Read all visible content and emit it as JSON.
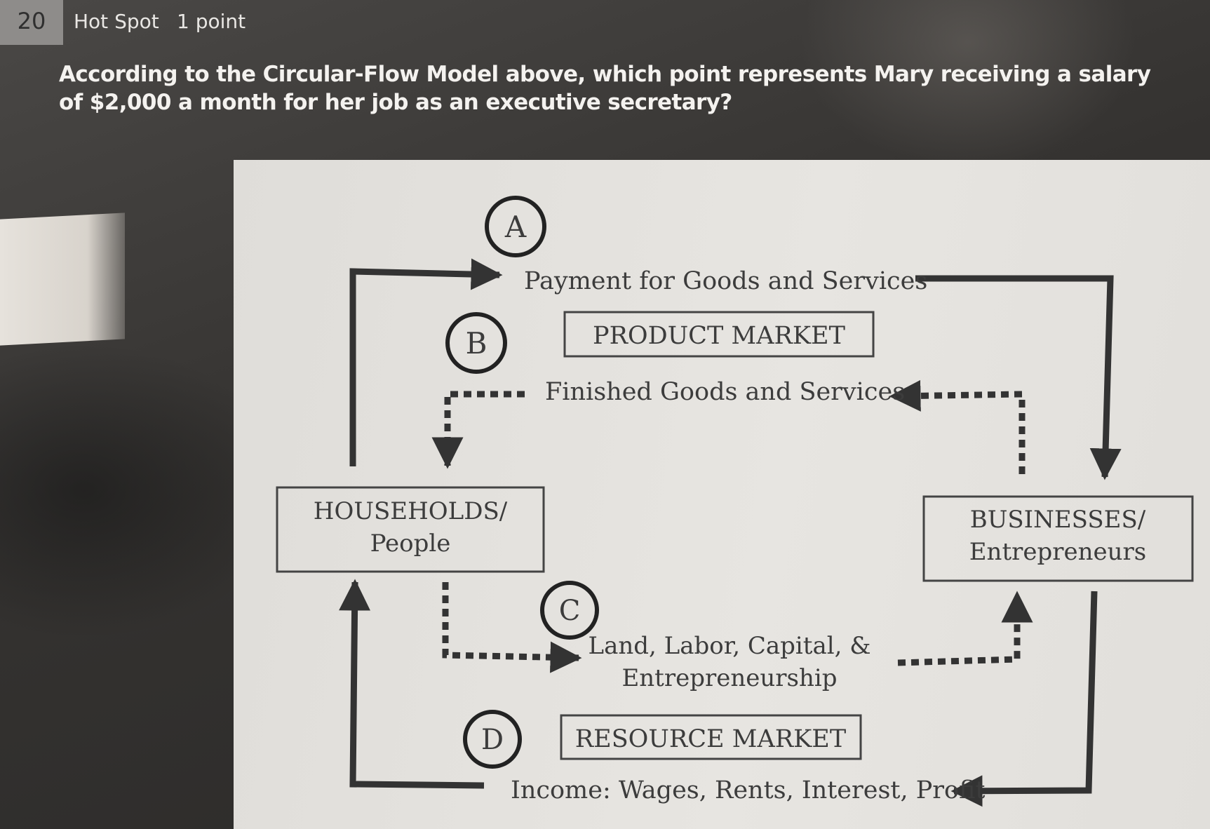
{
  "header": {
    "question_number": "20",
    "question_type": "Hot Spot",
    "points": "1 point"
  },
  "question": {
    "text": "According to the Circular-Flow Model above, which point represents Mary receiving a salary of $2,000 a month for her job as an executive secretary?"
  },
  "diagram": {
    "points": {
      "a": "A",
      "b": "B",
      "c": "C",
      "d": "D"
    },
    "labels": {
      "payment": "Payment for Goods and Services",
      "product_market": "PRODUCT MARKET",
      "finished_goods": "Finished Goods and Services",
      "households_line1": "HOUSEHOLDS/",
      "households_line2": "People",
      "businesses_line1": "BUSINESSES/",
      "businesses_line2": "Entrepreneurs",
      "factors_line1": "Land, Labor, Capital, &",
      "factors_line2": "Entrepreneurship",
      "resource_market": "RESOURCE MARKET",
      "income": "Income: Wages, Rents, Interest, Profit"
    }
  }
}
